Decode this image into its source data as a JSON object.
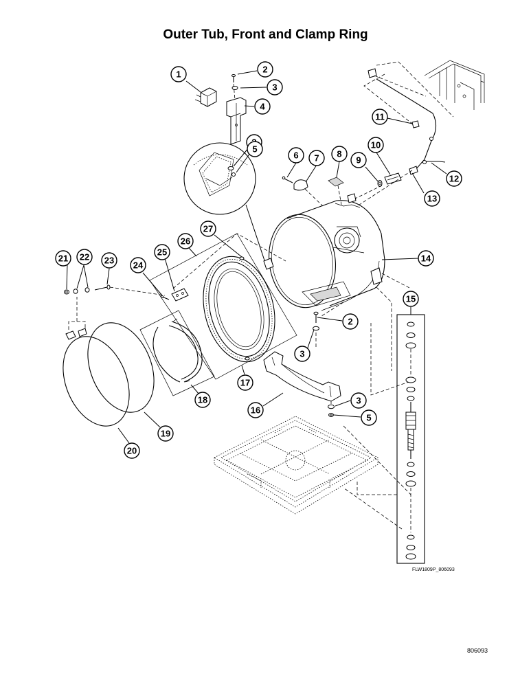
{
  "title": "Outer Tub, Front and Clamp Ring",
  "callouts": [
    "1",
    "2",
    "3",
    "4",
    "5",
    "6",
    "7",
    "8",
    "9",
    "10",
    "11",
    "12",
    "13",
    "14",
    "15",
    "16",
    "17",
    "18",
    "19",
    "20",
    "21",
    "22",
    "23",
    "24",
    "25",
    "26",
    "27"
  ],
  "drawing_code": "FLW1809P_806093",
  "page_number": "806093"
}
